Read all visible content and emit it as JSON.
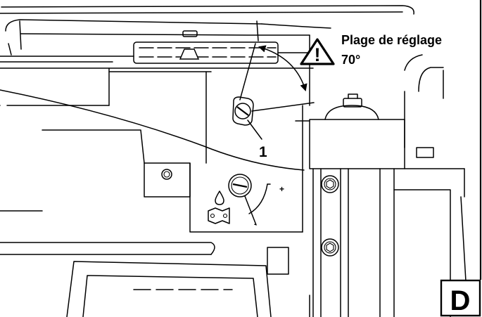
{
  "labels": {
    "range_title": "Plage de réglage",
    "range_angle": "70°",
    "callout_1": "1",
    "figure_letter": "D",
    "plus": "+",
    "minus": "-",
    "warning_mark": "!"
  },
  "icons": {
    "warning": "warning-triangle-icon",
    "oil": "oil-drop-icon",
    "chain": "chain-icon",
    "screw": "torx-screw-icon"
  },
  "colors": {
    "line": "#000000",
    "background": "#ffffff"
  }
}
